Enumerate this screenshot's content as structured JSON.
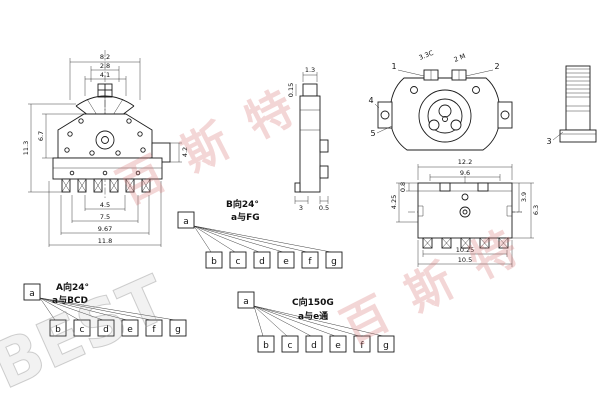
{
  "watermark": {
    "brand": "BEST",
    "cjk": "百斯特"
  },
  "front_view": {
    "dim_width_top": "8.2",
    "dim_knob_outer": "2.8",
    "dim_knob_inner": "4.1",
    "dim_body_height": "6.7",
    "dim_total_height": "11.3",
    "dim_tab_height": "4.2",
    "dim_pins_1": "4.5",
    "dim_pins_2": "7.5",
    "dim_pins_3": "9.67",
    "dim_width_bottom": "11.8"
  },
  "side_view": {
    "dim_top_width": "1.3",
    "dim_edge": "0.15",
    "dim_foot_left": "3",
    "dim_foot_right": "0.5"
  },
  "top_view": {
    "callout_1": "1",
    "callout_2": "2",
    "callout_4": "4",
    "callout_5": "5",
    "note_left": "3.3C",
    "note_right": "2 M"
  },
  "shaft_view": {
    "callout_3": "3"
  },
  "bottom_view": {
    "dim_width_outer": "12.2",
    "dim_width_inner": "9.6",
    "dim_left_top": "0.8",
    "dim_left_side": "4.25",
    "dim_right_inner": "3.9",
    "dim_right_outer": "6.3",
    "dim_bottom_inner": "10.25",
    "dim_bottom_outer": "10.5"
  },
  "annotations": {
    "view_a": {
      "title": "A向24°",
      "detail": "a与BCD"
    },
    "view_b": {
      "title": "B向24°",
      "detail": "a与FG"
    },
    "view_c": {
      "title": "C向150G",
      "detail": "a与e通"
    }
  },
  "terminals": {
    "source": "a",
    "targets": [
      "b",
      "c",
      "d",
      "e",
      "f",
      "g"
    ]
  }
}
